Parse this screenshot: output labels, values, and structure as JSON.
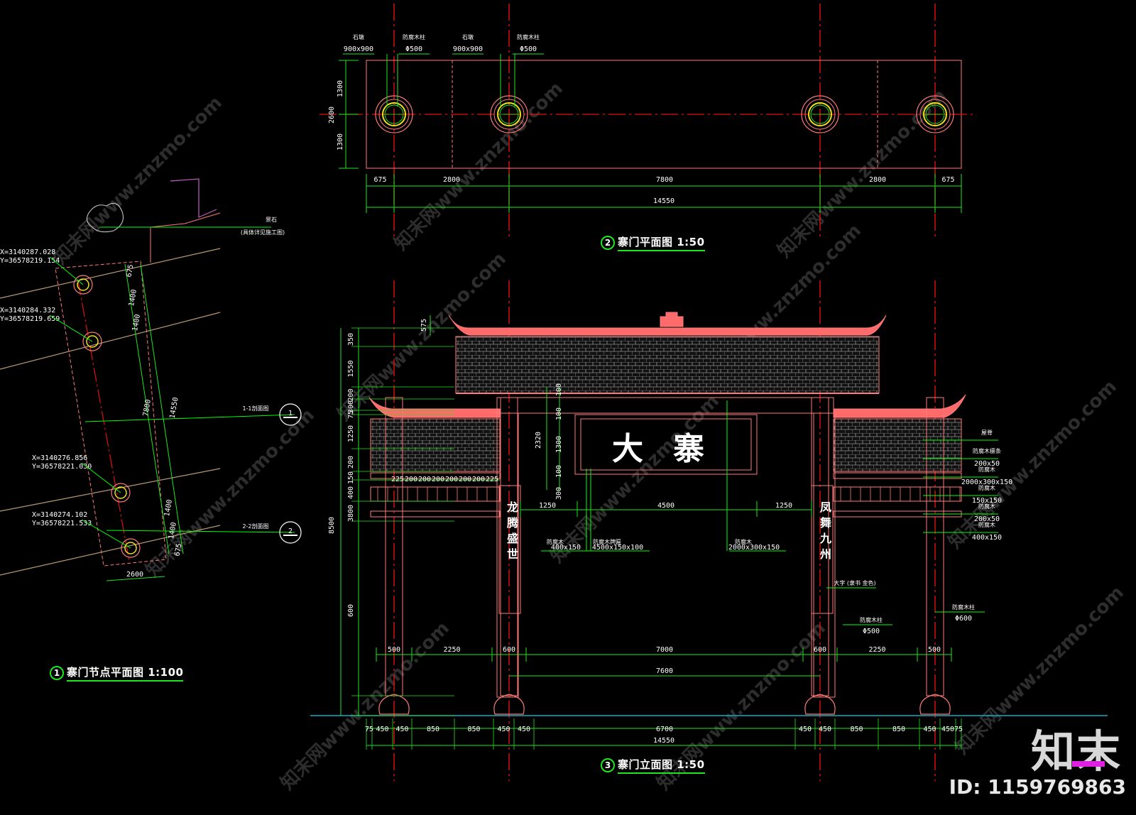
{
  "drawing": {
    "plan_title": {
      "number": "2",
      "text": "寨门平面图 1:50"
    },
    "elevation_title": {
      "number": "3",
      "text": "寨门立面图 1:50"
    },
    "site_title": {
      "number": "1",
      "text": "寨门节点平面图 1:100"
    },
    "plaque_text": "大寨",
    "couplet_left": "龙腾盛世",
    "couplet_right": "凤舞九州",
    "plan_dims": {
      "segments": [
        "675",
        "2800",
        "7800",
        "2800",
        "675"
      ],
      "total": "14550",
      "side": [
        "1300",
        "2600",
        "1300"
      ],
      "labels_top": [
        {
          "name": "石墩",
          "size": "900x900"
        },
        {
          "name": "防腐木柱",
          "size": "Φ500"
        },
        {
          "name": "石墩",
          "size": "900x900"
        },
        {
          "name": "防腐木柱",
          "size": "Φ500"
        }
      ]
    },
    "elev_dims": {
      "bottom_row": [
        "75",
        "450",
        "450",
        "850",
        "850",
        "450",
        "450",
        "6700",
        "450",
        "450",
        "850",
        "850",
        "450",
        "450",
        "75"
      ],
      "total": "14550",
      "mid_row": [
        "500",
        "2250",
        "600",
        "7000",
        "600",
        "2250",
        "500"
      ],
      "mid_total": "7600",
      "beam_row": [
        "1250",
        "4500",
        "1250"
      ],
      "top_row": [
        "225",
        "200",
        "200",
        "200",
        "200",
        "200",
        "200",
        "225"
      ],
      "height_total": "8500",
      "left_heights": [
        "350",
        "1550",
        "200",
        "300",
        "75",
        "1250",
        "200",
        "150",
        "400",
        "3800",
        "600"
      ],
      "plaque_heights": [
        "100",
        "2320",
        "100",
        "1300",
        "100",
        "300"
      ],
      "roof_rise": "575"
    },
    "elev_labels": [
      {
        "name": "屋脊",
        "size": ""
      },
      {
        "name": "防腐木檩条",
        "size": "200x50"
      },
      {
        "name": "防腐木",
        "size": "2000x300x150"
      },
      {
        "name": "防腐木",
        "size": "150x150"
      },
      {
        "name": "防腐木",
        "size": "200x50"
      },
      {
        "name": "防腐木",
        "size": "400x150"
      }
    ],
    "elev_bottom_labels": [
      {
        "name": "防腐木",
        "size": "400x150"
      },
      {
        "name": "防腐木牌匾",
        "size": "4500x150x100"
      },
      {
        "name": "防腐木",
        "size": "2000x300x150"
      }
    ],
    "column_labels": [
      {
        "name": "大字 (隶书 金色)",
        "size": ""
      },
      {
        "name": "防腐木柱",
        "size": "Φ500"
      },
      {
        "name": "防腐木柱",
        "size": "Φ600"
      }
    ],
    "coords": [
      {
        "x": "X=3140287.028",
        "y": "Y=36578219.154"
      },
      {
        "x": "X=3140284.332",
        "y": "Y=36578219.659"
      },
      {
        "x": "X=3140276.856",
        "y": "Y=36578221.030"
      },
      {
        "x": "X=3140274.102",
        "y": "Y=36578221.533"
      }
    ],
    "site_dims": [
      "675",
      "1400",
      "1400",
      "7800",
      "14550",
      "1400",
      "1400",
      "675",
      "2600"
    ],
    "site_labels": [
      "1-1剖面图",
      "2-2剖面图",
      "景石",
      "(具体详见施工图)"
    ],
    "section_marks": [
      "1",
      "2"
    ]
  },
  "brand": {
    "name": "知末",
    "id_text": "ID: 1159769863"
  },
  "watermark": {
    "text": "知末网www.znzmo.com"
  },
  "colors": {
    "background": "#000000",
    "dimension": "#1ee61e",
    "outline": "#ff7a7a",
    "axis": "#e01010",
    "leader": "#00ff00",
    "ground": "#18a8c8"
  }
}
